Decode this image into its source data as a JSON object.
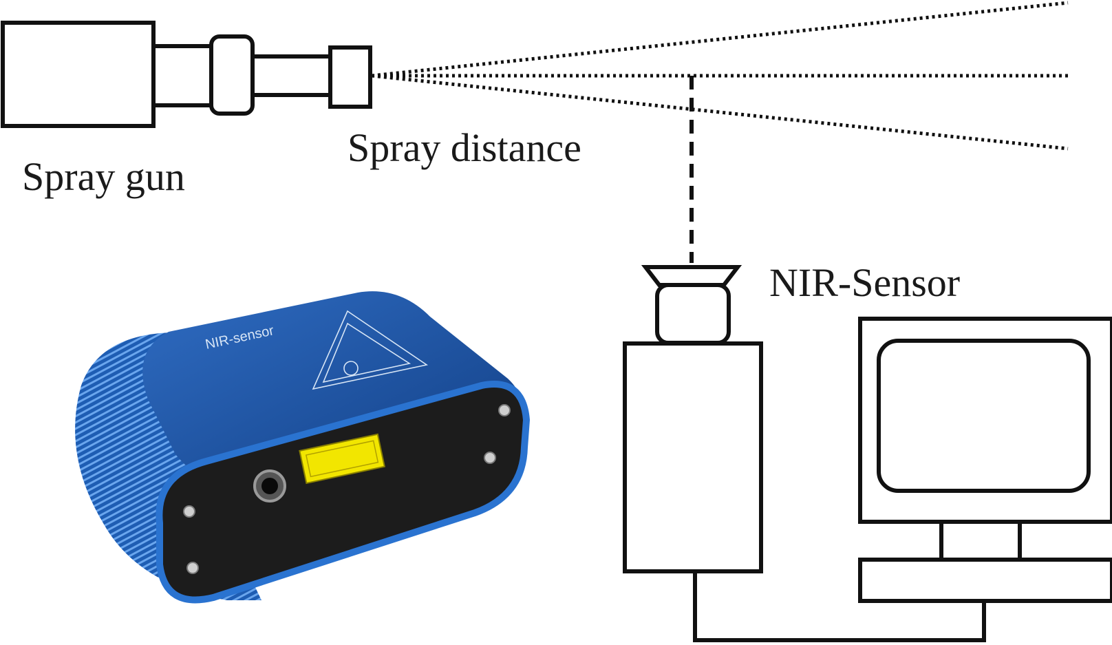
{
  "labels": {
    "spray_gun": "Spray gun",
    "spray_distance": "Spray distance",
    "nir_sensor": "NIR-Sensor"
  },
  "device_photo": {
    "engraved_text": "NIR-sensor",
    "body_color": "#1f5fb8",
    "face_color": "#1c1c1c",
    "warning_label_color": "#f2e600"
  },
  "colors": {
    "line": "#111111",
    "background": "#ffffff"
  }
}
